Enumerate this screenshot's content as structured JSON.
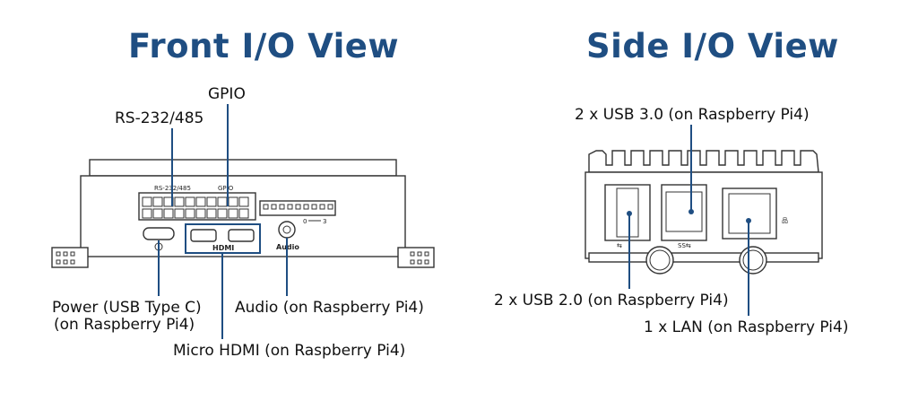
{
  "front": {
    "title": "Front I/O View",
    "labels": {
      "gpio": "GPIO",
      "rs232": "RS-232/485",
      "power": "Power (USB Type C)",
      "power_sub": "(on Raspberry Pi4)",
      "audio": "Audio (on Raspberry Pi4)",
      "hdmi": "Micro HDMI (on Raspberry Pi4)"
    },
    "panel_text": {
      "rs232": "RS-232/485",
      "gpio": "GPIO",
      "hdmi": "HDMI",
      "audio": "Audio",
      "led_0": "0",
      "led_3": "3"
    }
  },
  "side": {
    "title": "Side I/O View",
    "labels": {
      "usb3": "2 x USB 3.0 (on Raspberry Pi4)",
      "usb2": "2 x USB 2.0 (on Raspberry Pi4)",
      "lan": "1 x LAN (on Raspberry Pi4)"
    }
  },
  "colors": {
    "accent": "#1f4e82",
    "outline": "#333333"
  }
}
